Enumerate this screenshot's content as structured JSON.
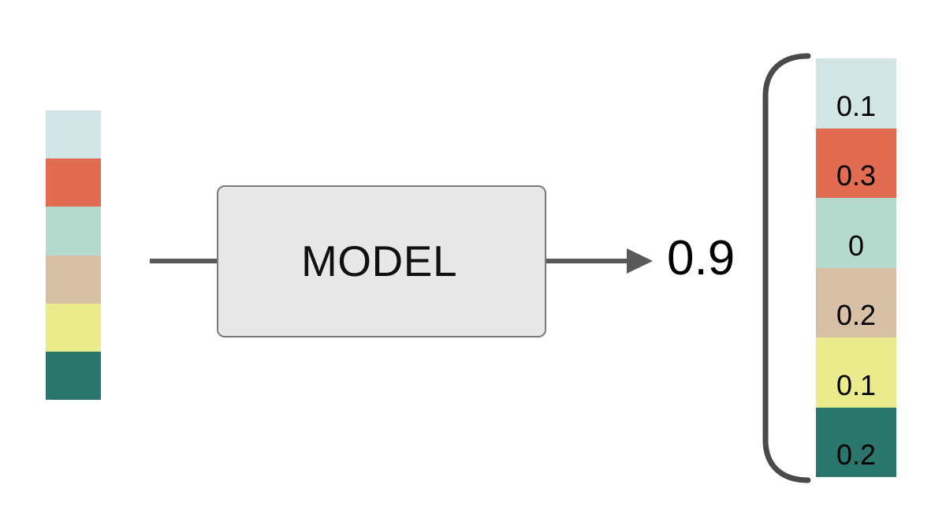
{
  "diagram": {
    "title": "MODEL",
    "model_label": "MODEL",
    "output_scalar": "0.9",
    "line_color": "#595959",
    "box_fill": "#E8E8E8",
    "box_border": "#7a7a7a",
    "bracket_color": "#4a4a4a",
    "input_vector": {
      "name": "input-vector",
      "cells": [
        {
          "color": "#D3E4E4",
          "label": ""
        },
        {
          "color": "#E26C51",
          "label": ""
        },
        {
          "color": "#B5D9CC",
          "label": ""
        },
        {
          "color": "#D8C0A6",
          "label": ""
        },
        {
          "color": "#EAEB8C",
          "label": ""
        },
        {
          "color": "#2B766C",
          "label": ""
        }
      ]
    },
    "output_vector": {
      "name": "output-vector",
      "cells": [
        {
          "color": "#D3E4E4",
          "label": "0.1"
        },
        {
          "color": "#E26C51",
          "label": "0.3"
        },
        {
          "color": "#B5D9CC",
          "label": "0"
        },
        {
          "color": "#D8C0A6",
          "label": "0.2"
        },
        {
          "color": "#EAEB8C",
          "label": "0.1"
        },
        {
          "color": "#2B766C",
          "label": "0.2"
        }
      ]
    },
    "icons": {
      "arrow": "arrow-right-icon",
      "bracket": "left-bracket-icon"
    }
  }
}
